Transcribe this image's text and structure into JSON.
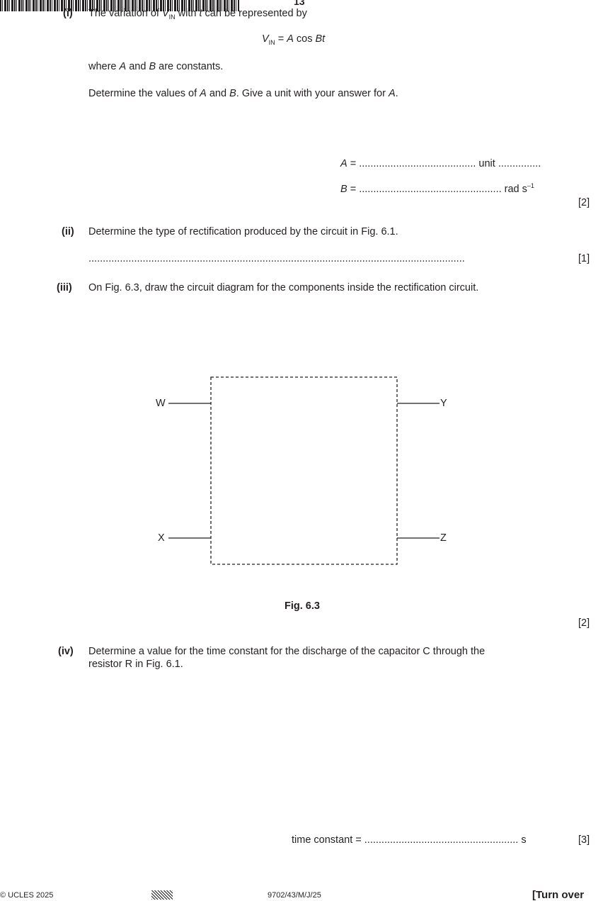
{
  "page_number": "13",
  "part_i": {
    "label": "(i)",
    "intro_prefix": "The variation of ",
    "intro_var": "V",
    "intro_sub": "IN",
    "intro_with": " with ",
    "intro_t": "t",
    "intro_suffix": " can be represented by",
    "eq_V": "V",
    "eq_sub": "IN",
    "eq_mid": " = ",
    "eq_A": "A",
    "eq_cos": " cos ",
    "eq_Bt": "Bt",
    "where_prefix": "where ",
    "where_A": "A",
    "where_and": " and ",
    "where_B": "B",
    "where_suffix": " are constants.",
    "det_prefix": "Determine the values of ",
    "det_A": "A",
    "det_and": " and ",
    "det_B": "B",
    "det_mid": ". Give a unit with your answer for ",
    "det_A2": "A",
    "det_end": ".",
    "ansA_label": "A",
    "ansA_eq": " = ",
    "ansA_dots": ".........................................",
    "ansA_unit": " unit ",
    "ansA_unit_dots": "...............",
    "ansB_label": "B",
    "ansB_eq": " = ",
    "ansB_dots": "..................................................",
    "ansB_unit": " rad s",
    "ansB_sup": "–1",
    "marks": "[2]"
  },
  "part_ii": {
    "label": "(ii)",
    "text": "Determine the type of rectification produced by the circuit in Fig. 6.1.",
    "dots": "....................................................................................................................................",
    "marks": "[1]"
  },
  "part_iii": {
    "label": "(iii)",
    "text": "On Fig. 6.3, draw the circuit diagram for the components inside the rectification circuit.",
    "terminals": {
      "w": "W",
      "x": "X",
      "y": "Y",
      "z": "Z"
    },
    "fig_caption": "Fig. 6.3",
    "marks": "[2]"
  },
  "part_iv": {
    "label": "(iv)",
    "line1": "Determine a value for the time constant for the discharge of the capacitor C through the",
    "line2": "resistor R in Fig. 6.1.",
    "ans_label": "time constant = ",
    "ans_dots": "......................................................",
    "ans_unit": " s",
    "marks": "[3]"
  },
  "footer": {
    "copyright": "© UCLES 2025",
    "code": "9702/43/M/J/25",
    "turn_over": "[Turn over"
  }
}
